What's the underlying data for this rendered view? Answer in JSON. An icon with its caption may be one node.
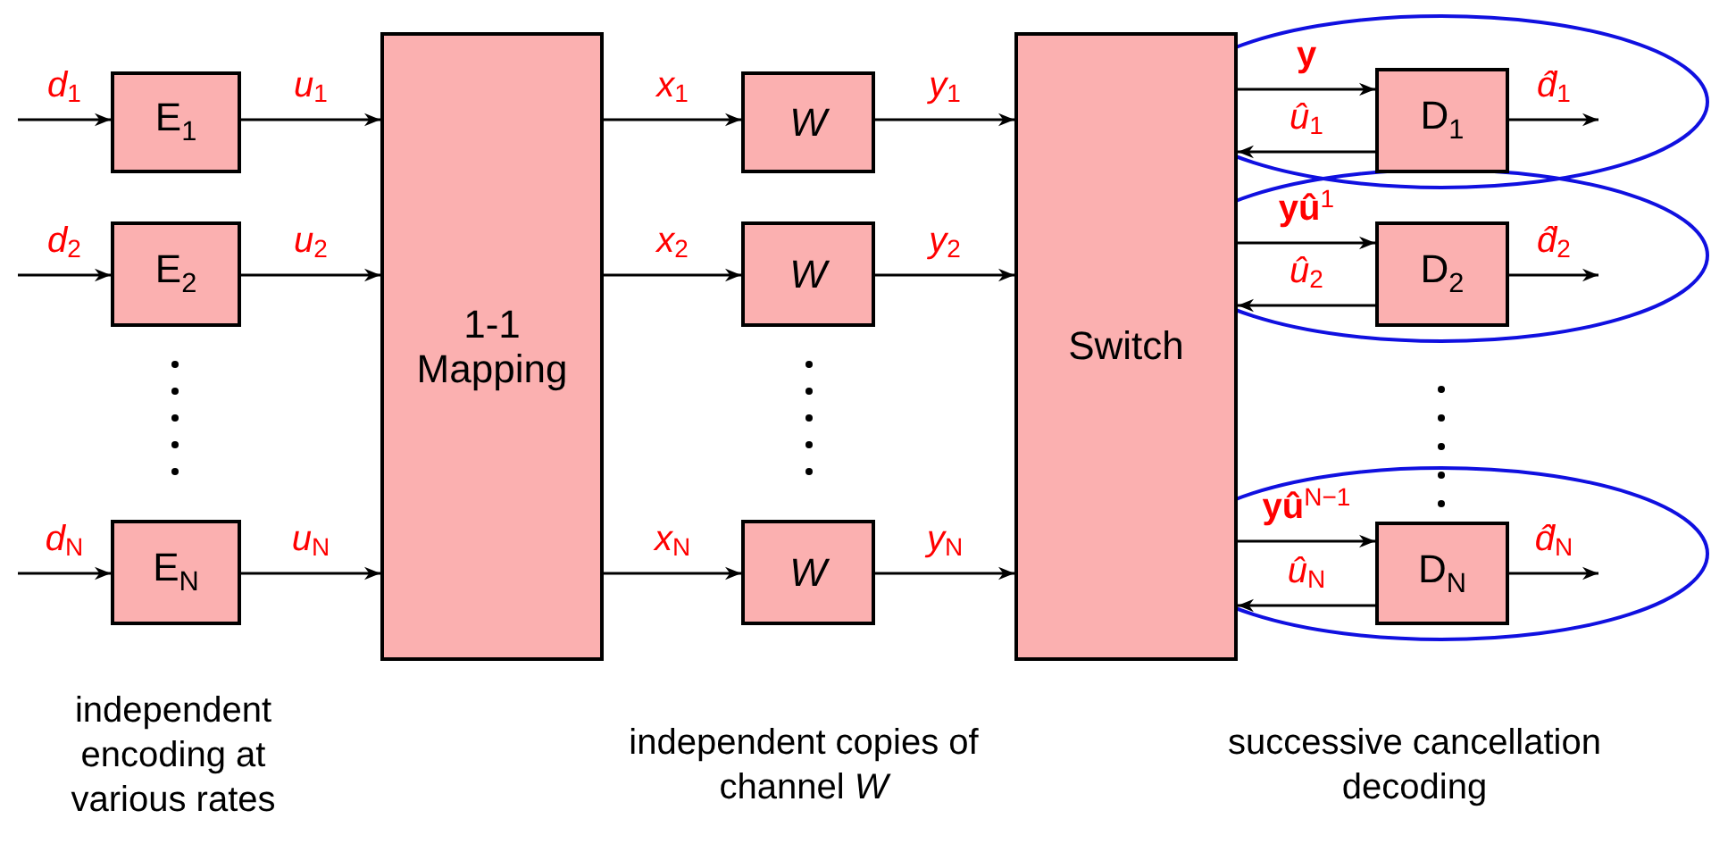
{
  "diagram": {
    "nodes": [
      {
        "text": [
          "E$_{1}$"
        ]
      },
      {
        "text": [
          "E$_{2}$"
        ]
      },
      {
        "text": [
          "E$_{N}$"
        ]
      },
      {
        "text": [
          "1-1 Mapping"
        ]
      },
      {
        "text": [
          "W"
        ]
      },
      {
        "text": [
          "W"
        ]
      },
      {
        "text": [
          "W"
        ]
      },
      {
        "text": [
          "Switch"
        ]
      },
      {
        "text": [
          "D$_{1}$"
        ]
      },
      {
        "text": [
          "D$_{2}$"
        ]
      },
      {
        "text": [
          "D$_{N}$"
        ]
      }
    ],
    "edges": [
      {
        "from": null,
        "to": 0,
        "arrow": "to",
        "label": "*d*$_{1}$"
      },
      {
        "from": null,
        "to": 1,
        "arrow": "to",
        "label": "*d*$_{2}$"
      },
      {
        "from": null,
        "to": 2,
        "arrow": "to",
        "label": "*d*$_{N}$"
      },
      {
        "from": 0,
        "to": 3,
        "arrow": "to",
        "label": "*u*$_{1}$"
      },
      {
        "from": 1,
        "to": 3,
        "arrow": "to",
        "label": "*u*$_{2}$"
      },
      {
        "from": 2,
        "to": 3,
        "arrow": "to",
        "label": "*u*$_{N}$"
      },
      {
        "from": 3,
        "to": 4,
        "arrow": "to",
        "label": "*x*$_{1}$"
      },
      {
        "from": 3,
        "to": 5,
        "arrow": "to",
        "label": "*x*$_{2}$"
      },
      {
        "from": 3,
        "to": 6,
        "arrow": "to",
        "label": "*x*$_{N}$"
      },
      {
        "from": 4,
        "to": 7,
        "arrow": "to",
        "label": "*y*$_{1}$"
      },
      {
        "from": 5,
        "to": 7,
        "arrow": "to",
        "label": "*y*$_{2}$"
      },
      {
        "from": 6,
        "to": 7,
        "arrow": "to",
        "label": "*y*$_{N}$"
      },
      {
        "from": 7,
        "to": 8,
        "arrow": "to",
        "label": "**y**"
      },
      {
        "from": 8,
        "to": 7,
        "arrow": "to",
        "label": "*û*$_{1}$"
      },
      {
        "from": 8,
        "to": null,
        "arrow": "to",
        "label": "*d̂*$_{1}$"
      },
      {
        "from": 7,
        "to": 9,
        "arrow": "to",
        "label": "**yû**$^{1}$"
      },
      {
        "from": 9,
        "to": 7,
        "arrow": "to",
        "label": "*û*$_{2}$"
      },
      {
        "from": 9,
        "to": null,
        "arrow": "to",
        "label": "*d̂*$_{2}$"
      },
      {
        "from": 7,
        "to": 10,
        "arrow": "to",
        "label": "**yû**$^{N−1}$"
      },
      {
        "from": 10,
        "to": 7,
        "arrow": "to",
        "label": "*û*$_{N}$"
      },
      {
        "from": 10,
        "to": null,
        "arrow": "to",
        "label": "*d̂*$_{N}$"
      }
    ],
    "labels": [
      "independent encoding at various rates",
      "independent copies of channel *W*",
      "successive cancellation decoding"
    ]
  }
}
